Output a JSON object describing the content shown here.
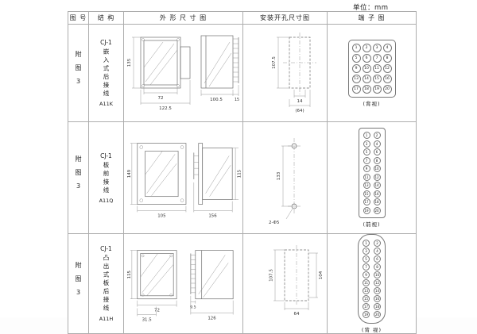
{
  "unit_label": "单位：mm",
  "colors": {
    "background": "#ffffff",
    "grid_line": "#adadad",
    "drawing_line": "#6e6e6e",
    "text": "#222222"
  },
  "table": {
    "headers": {
      "fig": "图 号",
      "structure": "结 构",
      "outline": "外 形 尺 寸 图",
      "install": "安装开孔尺寸图",
      "terminal": "端 子 图"
    },
    "rows": [
      {
        "fig_no": "附图3",
        "model": "CJ-1",
        "structure_desc": "嵌入式后接线",
        "code": "A11K",
        "outline": {
          "d_height": "135",
          "d_width": "72",
          "d_total": "122.5",
          "d_depth": "100.5",
          "d_pin": "15"
        },
        "install": {
          "d_height": "107.5",
          "d_w1": "14",
          "d_w2": "(64)"
        },
        "terminal": {
          "view_label": "(背视)",
          "numbers": [
            1,
            2,
            3,
            4,
            5,
            6,
            7,
            8,
            9,
            10,
            11,
            12,
            13,
            14,
            15,
            16,
            17,
            18,
            19,
            20
          ]
        }
      },
      {
        "fig_no": "附图3",
        "model": "CJ-1",
        "structure_desc": "板前接线",
        "code": "A11Q",
        "outline": {
          "d_height": "149",
          "d_width": "105",
          "d_depth": "156",
          "d_side_height": "115"
        },
        "install": {
          "d_height": "133",
          "hole_label": "2-Φ5"
        },
        "terminal": {
          "view_label": "(前视)",
          "numbers": [
            1,
            2,
            3,
            4,
            5,
            6,
            7,
            8,
            9,
            10,
            11,
            12,
            13,
            14,
            15,
            16,
            17,
            18,
            19,
            20
          ]
        }
      },
      {
        "fig_no": "附图3",
        "model": "CJ-1",
        "structure_desc": "凸出式板后接线",
        "code": "A11H",
        "outline": {
          "d_height": "115",
          "d_width": "72",
          "d_w2": "31.5",
          "d_pin": "9.5",
          "d_depth": "126"
        },
        "install": {
          "d_height": "107.5",
          "d_height2": "104",
          "d_width": "64"
        },
        "terminal": {
          "view_label": "(背 视)",
          "numbers": [
            1,
            2,
            3,
            4,
            5,
            6,
            7,
            8,
            9,
            10,
            11,
            12,
            13,
            14,
            15,
            16,
            17,
            18,
            19,
            20
          ]
        }
      }
    ]
  }
}
